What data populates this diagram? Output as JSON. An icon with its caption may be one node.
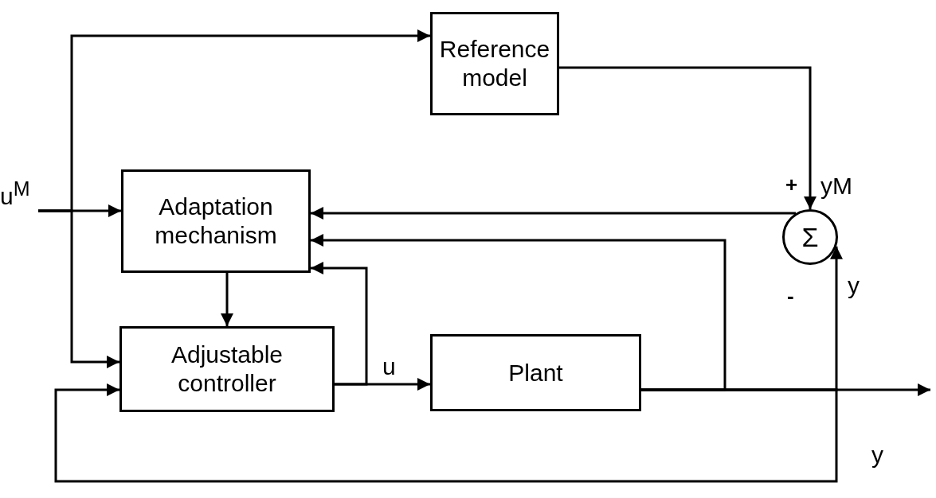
{
  "diagram": {
    "nodes": [
      {
        "text": [
          "Reference model"
        ]
      },
      {
        "text": [
          "Adaptation mechanism"
        ]
      },
      {
        "text": [
          "Adjustable controller"
        ]
      },
      {
        "text": [
          "Plant"
        ]
      },
      {
        "text": [
          "Σ"
        ]
      },
      {
        "text": [
          "u$^{M}$"
        ]
      }
    ],
    "edges": [
      {
        "from": 5,
        "to": 1,
        "arrow": "to"
      },
      {
        "from": 5,
        "to": 0,
        "arrow": "to"
      },
      {
        "from": 5,
        "to": 2,
        "arrow": "to"
      },
      {
        "from": 0,
        "to": 4,
        "arrow": "to",
        "label": "yM"
      },
      {
        "from": 4,
        "to": 1,
        "arrow": "to"
      },
      {
        "from": 1,
        "to": 2,
        "arrow": "to"
      },
      {
        "from": 2,
        "to": 3,
        "arrow": "to",
        "label": "u"
      },
      {
        "from": 2,
        "to": 1,
        "arrow": "to"
      },
      {
        "from": 3,
        "to": 1,
        "arrow": "to"
      },
      {
        "from": 3,
        "to": 4,
        "arrow": "to",
        "label": "y"
      },
      {
        "from": 3,
        "to": 2,
        "arrow": "to"
      },
      {
        "from": 3,
        "to": null,
        "arrow": "to",
        "label": "y"
      }
    ],
    "labels": [
      "+",
      "-"
    ]
  }
}
